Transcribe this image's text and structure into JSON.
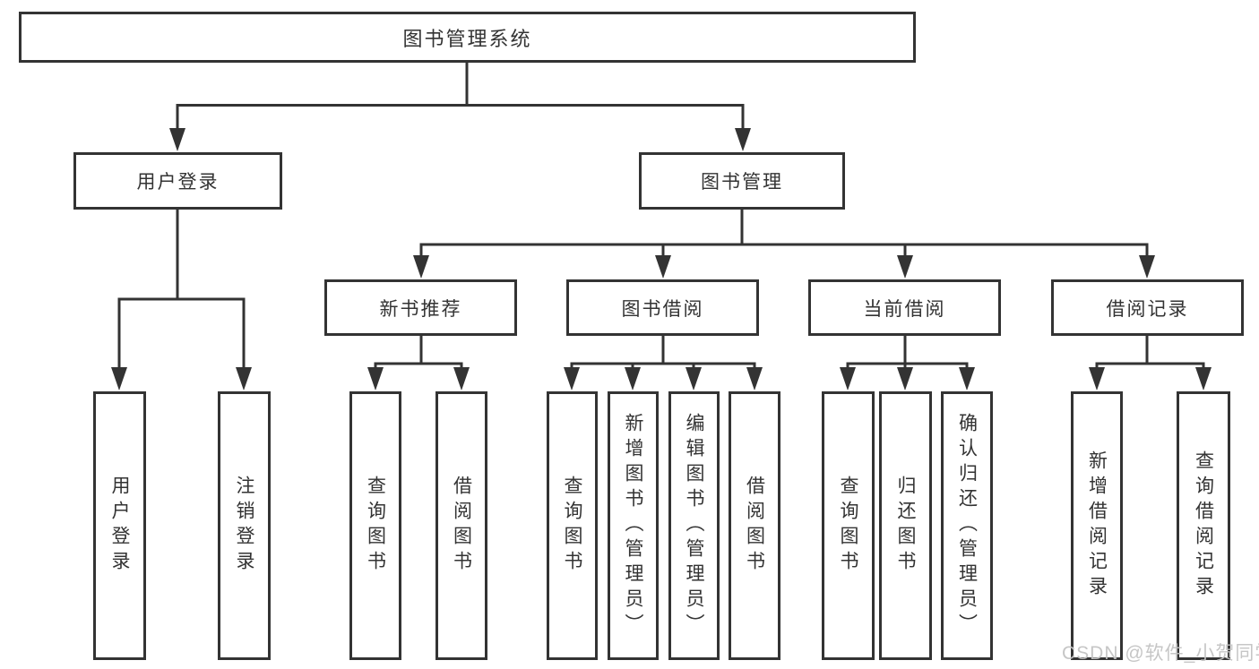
{
  "tree": {
    "root": "图书管理系统",
    "branches": [
      {
        "label": "用户登录",
        "children": [
          "用户登录",
          "注销登录"
        ]
      },
      {
        "label": "图书管理",
        "sections": [
          {
            "label": "新书推荐",
            "children": [
              "查询图书",
              "借阅图书"
            ]
          },
          {
            "label": "图书借阅",
            "children": [
              "查询图书",
              "新增图书（管理员）",
              "编辑图书（管理员）",
              "借阅图书"
            ]
          },
          {
            "label": "当前借阅",
            "children": [
              "查询图书",
              "归还图书",
              "确认归还（管理员）"
            ]
          },
          {
            "label": "借阅记录",
            "children": [
              "新增借阅记录",
              "查询借阅记录"
            ]
          }
        ]
      }
    ]
  },
  "colors": {
    "line": "#333333",
    "box_border": "#333333",
    "text": "#333333",
    "watermark": "#c3c3c3",
    "background": "#ffffff"
  },
  "watermark": "CSDN @软件_小贺同学"
}
